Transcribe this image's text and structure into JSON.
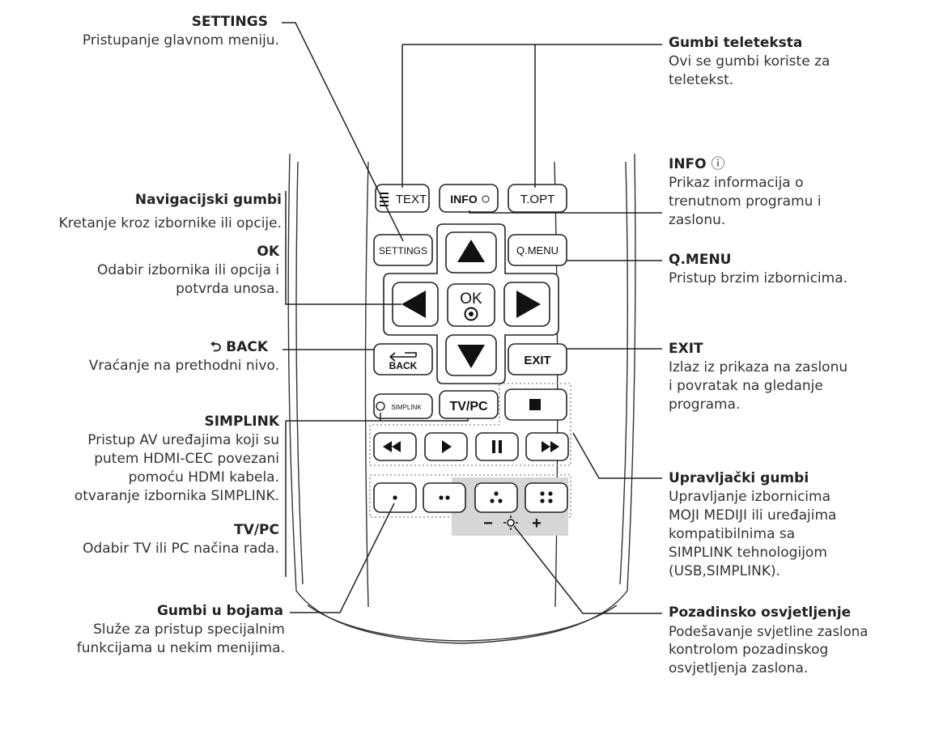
{
  "annotations": {
    "settings": {
      "title": "SETTINGS",
      "desc": [
        "Pristupanje glavnom meniju."
      ]
    },
    "navigation": {
      "title": "Navigacijski gumbi",
      "desc": [
        "Kretanje kroz izbornike ili opcije."
      ]
    },
    "ok": {
      "title": "OK",
      "desc": [
        "Odabir izbornika ili opcija i",
        "potvrda unosa."
      ]
    },
    "back": {
      "title": "BACK",
      "desc": [
        "Vraćanje na prethodni nivo."
      ]
    },
    "simplink": {
      "title": "SIMPLINK",
      "desc": [
        "Pristup AV uređajima koji su",
        "putem HDMI-CEC povezani",
        "pomoću HDMI kabela.",
        "otvaranje izbornika SIMPLINK."
      ]
    },
    "tvpc": {
      "title": "TV/PC",
      "desc": [
        "Odabir TV ili PC načina rada."
      ]
    },
    "color": {
      "title": "Gumbi u bojama",
      "desc": [
        "Služe za pristup specijalnim",
        "funkcijama u nekim menijima."
      ]
    },
    "teletext": {
      "title": "Gumbi teleteksta",
      "desc": [
        "Ovi se gumbi koriste za",
        "teletekst."
      ]
    },
    "info": {
      "title": "INFO",
      "desc": [
        "Prikaz informacija o",
        "trenutnom programu i",
        "zaslonu."
      ]
    },
    "qmenu": {
      "title": "Q.MENU",
      "desc": [
        "Pristup brzim izbornicima."
      ]
    },
    "exit": {
      "title": "EXIT",
      "desc": [
        "Izlaz iz prikaza na zaslonu",
        "i povratak na gledanje",
        "programa."
      ]
    },
    "control": {
      "title": "Upravljački gumbi",
      "desc": [
        "Upravljanje izbornicima",
        "MOJI MEDIJI ili uređajima",
        "kompatibilnima sa",
        "SIMPLINK tehnologijom",
        "(USB,SIMPLINK)."
      ]
    },
    "backlight": {
      "title": "Pozadinsko osvjetljenje",
      "desc": [
        "Podešavanje svjetline zaslona",
        "kontrolom pozadinskog",
        "osvjetljenja zaslona."
      ]
    }
  },
  "remote": {
    "text": "TEXT",
    "info": "INFO",
    "topt": "T.OPT",
    "settings": "SETTINGS",
    "qmenu": "Q.MENU",
    "ok": "OK",
    "back": "BACK",
    "exit": "EXIT",
    "simplink": "SIMPLINK",
    "tvpc": "TV/PC",
    "minus": "−",
    "plus": "+"
  },
  "colors": {
    "line": "#222222",
    "dotted": "#999999",
    "backlight_bg": "#d6d6d6"
  }
}
